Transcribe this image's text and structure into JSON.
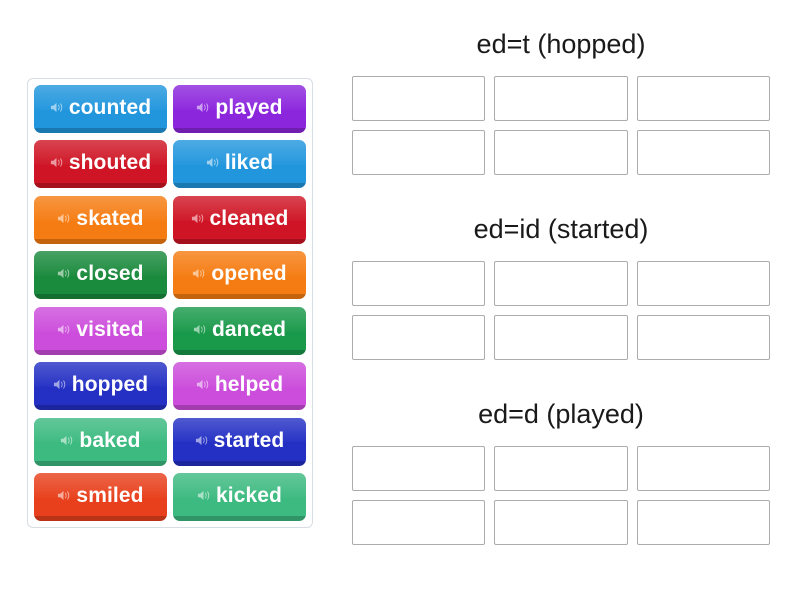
{
  "activity": {
    "type": "word-sort-drag-and-drop",
    "speaker_icon": "speaker-icon"
  },
  "word_bank": {
    "rows": [
      [
        {
          "label": "counted",
          "color": "#2196dd"
        },
        {
          "label": "played",
          "color": "#8c26dd"
        }
      ],
      [
        {
          "label": "shouted",
          "color": "#cf1525"
        },
        {
          "label": "liked",
          "color": "#2196dd"
        }
      ],
      [
        {
          "label": "skated",
          "color": "#f57c12"
        },
        {
          "label": "cleaned",
          "color": "#cf1525"
        }
      ],
      [
        {
          "label": "closed",
          "color": "#1a8a3c"
        },
        {
          "label": "opened",
          "color": "#f57c12"
        }
      ],
      [
        {
          "label": "visited",
          "color": "#cc4ddb"
        },
        {
          "label": "danced",
          "color": "#19994a"
        }
      ],
      [
        {
          "label": "hopped",
          "color": "#2430c4"
        },
        {
          "label": "helped",
          "color": "#cc4ddb"
        }
      ],
      [
        {
          "label": "baked",
          "color": "#3dba80"
        },
        {
          "label": "started",
          "color": "#2430c4"
        }
      ],
      [
        {
          "label": "smiled",
          "color": "#e8401c"
        },
        {
          "label": "kicked",
          "color": "#3dba80"
        }
      ]
    ]
  },
  "drop_zones": {
    "groups": [
      {
        "heading": "ed=t (hopped)",
        "slots": [
          [
            "",
            "",
            ""
          ],
          [
            "",
            "",
            ""
          ]
        ]
      },
      {
        "heading": "ed=id (started)",
        "slots": [
          [
            "",
            "",
            ""
          ],
          [
            "",
            "",
            ""
          ]
        ]
      },
      {
        "heading": "ed=d (played)",
        "slots": [
          [
            "",
            "",
            ""
          ],
          [
            "",
            "",
            ""
          ]
        ]
      }
    ]
  }
}
